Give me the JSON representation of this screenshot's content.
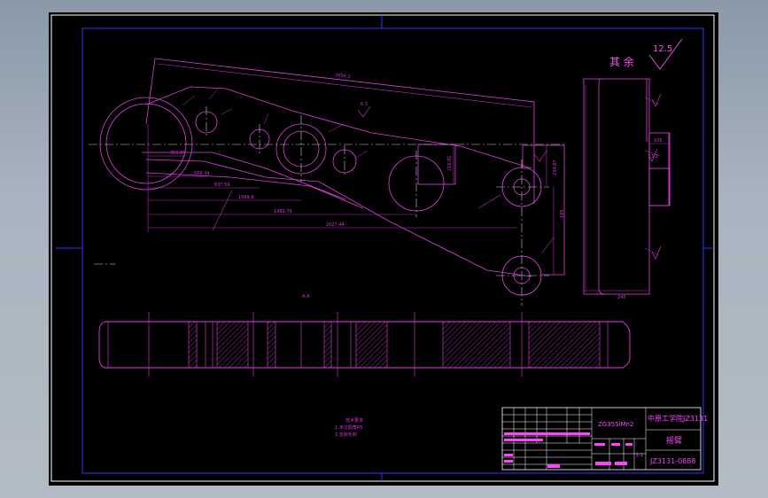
{
  "drawing": {
    "roughness_label": "其  余",
    "roughness_value": "12.5",
    "section_label": "A-A",
    "tech_requirements_title": "技术要求",
    "tech_requirements_items": [
      "1.未注圆角R5",
      "2.去除毛刺"
    ],
    "dimensions": {
      "d_2656": "2656.2",
      "d_2027": "2027.44",
      "d_1461": "1461.79",
      "d_1069": "1069.8",
      "d_837": "837.59",
      "d_566": "566.34",
      "d_355": "355.89",
      "d_216": "216.81",
      "d_234": "234.87",
      "d_185": "185",
      "d_245": "245",
      "d_105": "105",
      "d_6_3": "6.3",
      "d_3_2": "3.2"
    },
    "colors": {
      "line": "#e040e0",
      "frame_outer": "#ffffff",
      "frame_inner": "#3333ff",
      "centerline": "#d0d0d0",
      "dimension": "#cc33cc"
    }
  },
  "title_block": {
    "material": "ZG35SiMn2",
    "institution": "中原工学院JZ3131",
    "part_name": "摇臂",
    "drawing_number": "JZ3131-0888",
    "scale": "1:1"
  }
}
